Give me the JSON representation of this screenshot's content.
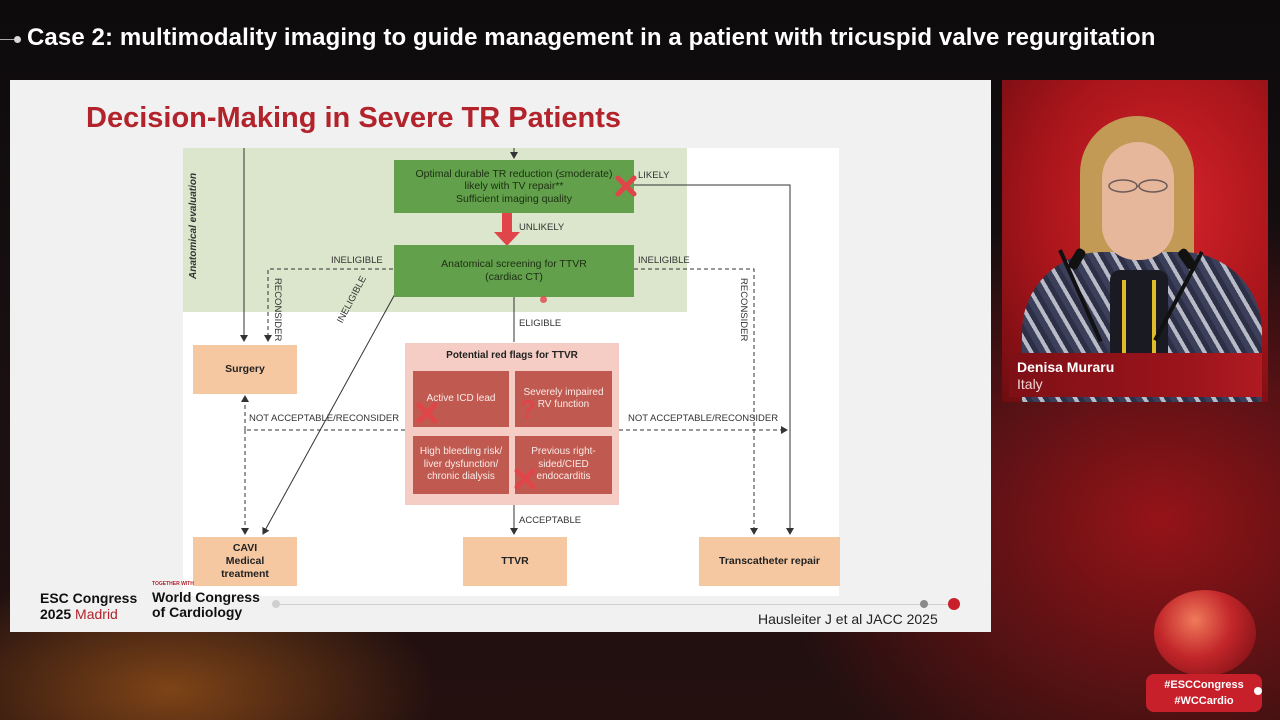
{
  "stream": {
    "title": "Case 2: multimodality imaging to guide management in a patient with tricuspid valve regurgitation"
  },
  "slide": {
    "heading": "Decision-Making in Severe TR Patients",
    "anatomical_label": "Anatomical evaluation",
    "boxes": {
      "optimal": [
        "Optimal durable TR reduction (≤moderate)",
        "likely with TV repair**",
        "Sufficient imaging quality"
      ],
      "screening": [
        "Anatomical screening for TTVR",
        "(cardiac CT)"
      ],
      "surgery": "Surgery",
      "cavi": [
        "CAVI",
        "Medical",
        "treatment"
      ],
      "ttvr": "TTVR",
      "transcatheter": "Transcatheter repair"
    },
    "red_flags": {
      "title": "Potential red flags for TTVR",
      "items": [
        [
          "Active ICD lead"
        ],
        [
          "Severely impaired",
          "RV function"
        ],
        [
          "High bleeding risk/",
          "liver dysfunction/",
          "chronic dialysis"
        ],
        [
          "Previous right-",
          "sided/CIED",
          "endocarditis"
        ]
      ]
    },
    "labels": {
      "likely": "LIKELY",
      "unlikely": "UNLIKELY",
      "ineligible_left": "INELIGIBLE",
      "ineligible_right": "INELIGIBLE",
      "ineligible_diag": "INELIGIBLE",
      "reconsider_left": "RECONSIDER",
      "reconsider_right": "RECONSIDER",
      "eligible": "ELIGIBLE",
      "not_acceptable_left": "NOT ACCEPTABLE/RECONSIDER",
      "not_acceptable_right": "NOT ACCEPTABLE/RECONSIDER",
      "acceptable": "ACCEPTABLE"
    },
    "logo_esc": {
      "line1": "ESC Congress",
      "year": "2025",
      "city": "Madrid"
    },
    "logo_wc": {
      "tiny": "TOGETHER WITH",
      "line1": "World Congress",
      "line2": "of Cardiology"
    },
    "citation": "Hausleiter J et al JACC 2025",
    "annotation_question_mark": "?"
  },
  "speaker": {
    "name": "Denisa Muraru",
    "country": "Italy"
  },
  "hashtags": [
    "#ESCCongress",
    "#WCCardio"
  ],
  "colors": {
    "heading_red": "#b2232b",
    "green_box": "#62a04c",
    "peach_box": "#f5c8a2",
    "flag_red": "#c05a50",
    "cross_red": "#e0454a",
    "esc_red": "#c8202b"
  },
  "icons": [
    "cross-mark-icon",
    "question-mark-icon",
    "arrow-down-icon"
  ]
}
